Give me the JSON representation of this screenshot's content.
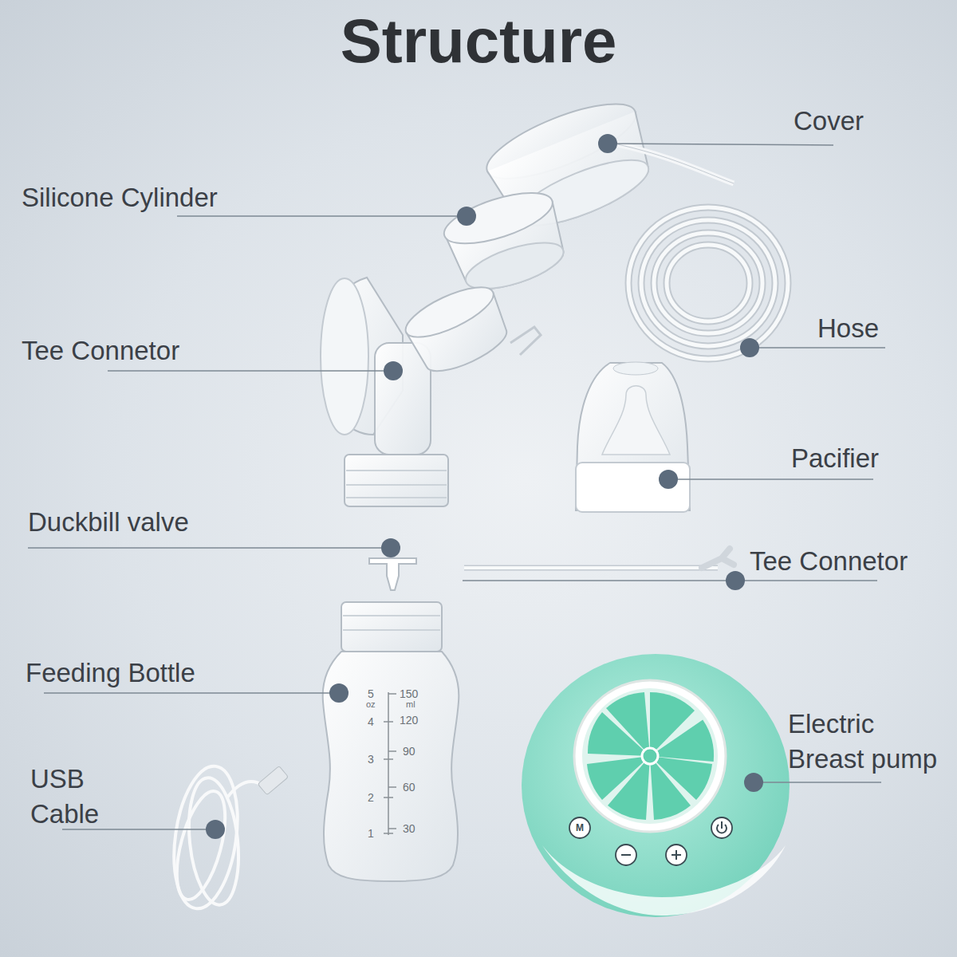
{
  "diagram": {
    "title": "Structure",
    "labels": [
      "Cover",
      "Silicone Cylinder",
      "Tee Connetor",
      "Hose",
      "Pacifier",
      "Duckbill valve",
      "Tee Connetor",
      "Feeding Bottle",
      "Electric Breast pump",
      "USB Cable",
      "5",
      "oz",
      "4",
      "3",
      "2",
      "1",
      "150",
      "ml",
      "120",
      "90",
      "60",
      "30",
      "M"
    ]
  }
}
